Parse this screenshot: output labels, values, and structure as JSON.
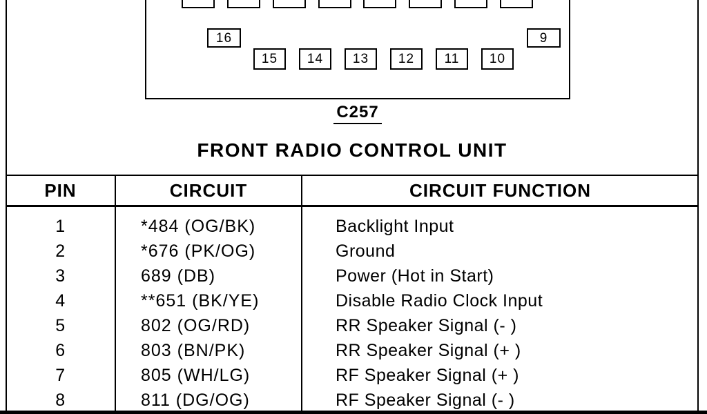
{
  "connector": {
    "code": "C257",
    "title": "FRONT RADIO CONTROL UNIT",
    "left_pin": "16",
    "right_pin": "9",
    "middle_pins": [
      "15",
      "14",
      "13",
      "12",
      "11",
      "10"
    ]
  },
  "pin_table": {
    "headers": {
      "pin": "PIN",
      "circuit": "CIRCUIT",
      "function": "CIRCUIT FUNCTION"
    },
    "rows": [
      {
        "pin": "1",
        "circuit": "*484 (OG/BK)",
        "function": "Backlight Input"
      },
      {
        "pin": "2",
        "circuit": "*676 (PK/OG)",
        "function": "Ground"
      },
      {
        "pin": "3",
        "circuit": "689 (DB)",
        "function": "Power (Hot in Start)"
      },
      {
        "pin": "4",
        "circuit": "**651 (BK/YE)",
        "function": "Disable Radio Clock Input"
      },
      {
        "pin": "5",
        "circuit": "802 (OG/RD)",
        "function": "RR Speaker Signal (- )"
      },
      {
        "pin": "6",
        "circuit": "803 (BN/PK)",
        "function": "RR Speaker Signal (+ )"
      },
      {
        "pin": "7",
        "circuit": "805 (WH/LG)",
        "function": "RF Speaker Signal (+ )"
      },
      {
        "pin": "8",
        "circuit": "811 (DG/OG)",
        "function": "RF Speaker Signal (- )"
      }
    ]
  },
  "colors": {
    "ink": "#000000",
    "paper": "#ffffff"
  }
}
